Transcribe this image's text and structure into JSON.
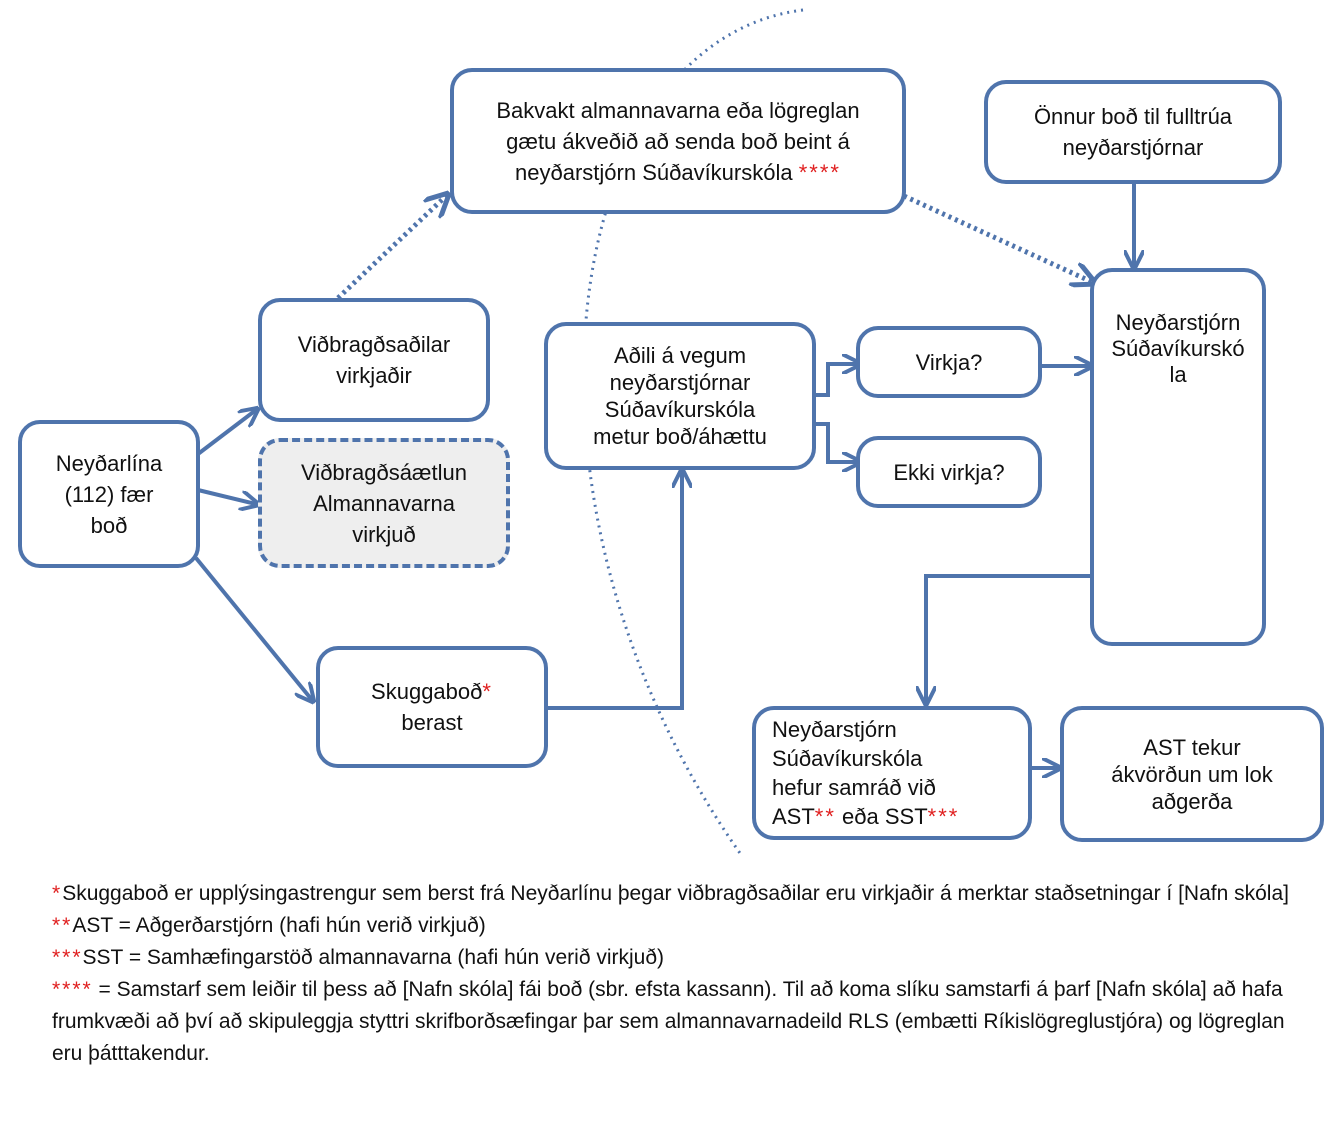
{
  "boxes": {
    "neydarlina": [
      "Neyðarlína",
      "(112) fær",
      "boð"
    ],
    "vidbragdsadilar": [
      "Viðbragðsaðilar",
      "virkjaðir"
    ],
    "vidbragdsaaetlun": [
      "Viðbragðsáætlun",
      "Almannavarna",
      "virkjuð"
    ],
    "skuggabod": {
      "line1": "Skuggaboð",
      "line1_mark": "*",
      "line2": "berast"
    },
    "bakvakt": {
      "line1": "Bakvakt almannavarna eða lögreglan",
      "line2": "gætu ákveðið að senda boð beint á",
      "line3": "neyðarstjórn Súðavíkurskóla",
      "line3_mark": "****"
    },
    "onnur_bod": [
      "Önnur boð til fulltrúa",
      "neyðarstjórnar"
    ],
    "adili": [
      "Aðili á vegum",
      "neyðarstjórnar",
      "Súðavíkurskóla",
      "metur boð/áhættu"
    ],
    "virkja": "Virkja?",
    "ekki_virkja": "Ekki virkja?",
    "neydarstjorn": [
      "Neyðarstjórn",
      "Súðavíkurskó",
      "la"
    ],
    "samrad": {
      "line1": "Neyðarstjórn",
      "line2": "Súðavíkurskóla",
      "line3": "hefur samráð við",
      "line4_a": "AST",
      "line4_a_mark": "**",
      "line4_b": " eða SST",
      "line4_b_mark": "***"
    },
    "ast_tekur": [
      "AST tekur",
      "ákvörðun um lok",
      "aðgerða"
    ]
  },
  "footnotes": [
    {
      "mark": "*",
      "text": "Skuggaboð er upplýsingastrengur sem berst frá Neyðarlínu þegar viðbragðsaðilar eru virkjaðir á merktar staðsetningar í [Nafn skóla]"
    },
    {
      "mark": "**",
      "text": "AST = Aðgerðarstjórn (hafi hún verið virkjuð)"
    },
    {
      "mark": "***",
      "text": "SST = Samhæfingarstöð almannavarna (hafi hún verið virkjuð)"
    },
    {
      "mark": "****",
      "text": " = Samstarf sem leiðir til þess að [Nafn skóla] fái boð (sbr. efsta kassann). Til að koma slíku samstarfi á þarf [Nafn skóla] að hafa frumkvæði að því að skipuleggja styttri skrifborðsæfingar þar sem almannavarnadeild RLS (embætti Ríkislögreglustjóra) og lögreglan eru þátttakendur."
    }
  ],
  "colors": {
    "line": "#4f74ac",
    "mark": "#e02020",
    "dashed_fill": "#eeeeee"
  }
}
